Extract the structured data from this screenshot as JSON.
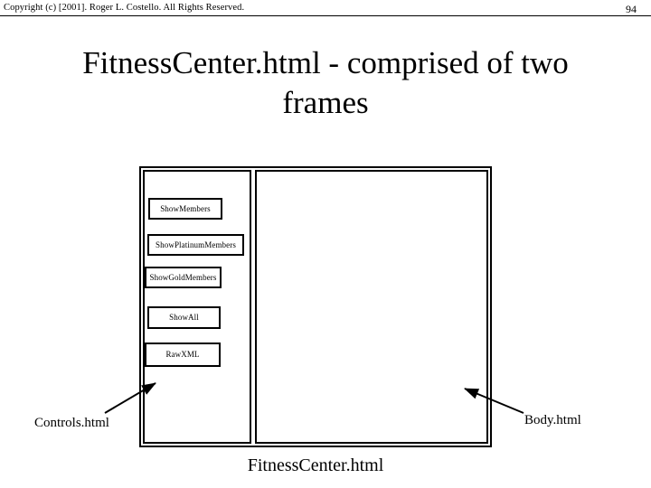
{
  "header": {
    "copyright": "Copyright (c) [2001].  Roger L. Costello.  All Rights Reserved.",
    "page_number": "94"
  },
  "slide": {
    "title": "FitnessCenter.html - comprised of two frames",
    "caption": "FitnessCenter.html"
  },
  "diagram": {
    "controls_frame": {
      "annotation_label": "Controls.html",
      "buttons": [
        {
          "label": "ShowMembers"
        },
        {
          "label": "ShowPlatinumMembers"
        },
        {
          "label": "ShowGoldMembers"
        },
        {
          "label": "ShowAll"
        },
        {
          "label": "RawXML"
        }
      ]
    },
    "body_frame": {
      "annotation_label": "Body.html"
    }
  },
  "colors": {
    "background": "#ffffff",
    "foreground": "#000000"
  }
}
